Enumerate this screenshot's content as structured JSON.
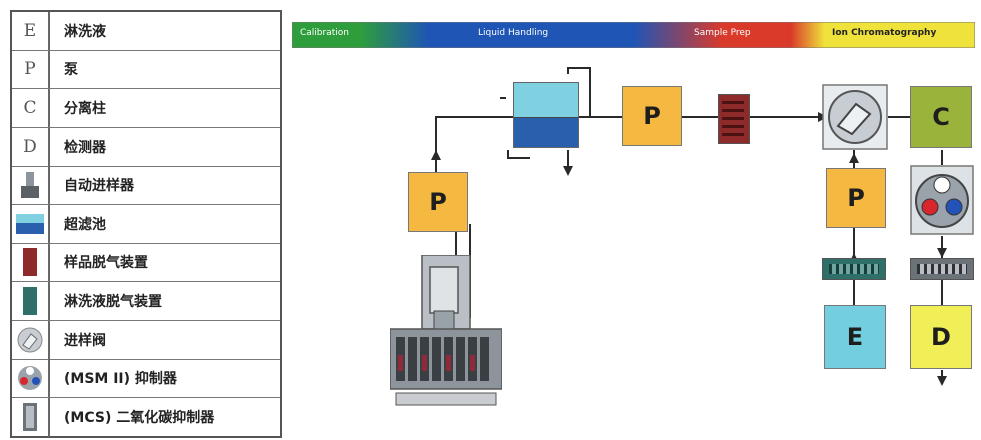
{
  "legend": [
    {
      "symbol": "E",
      "label": "淋洗液"
    },
    {
      "symbol": "P",
      "label": "泵"
    },
    {
      "symbol": "C",
      "label": "分离柱"
    },
    {
      "symbol": "D",
      "label": "检测器"
    },
    {
      "symbol": "",
      "label": "自动进样器"
    },
    {
      "symbol": "",
      "label": "超滤池"
    },
    {
      "symbol": "",
      "label": "样品脱气装置"
    },
    {
      "symbol": "",
      "label": "淋洗液脱气装置"
    },
    {
      "symbol": "",
      "label": "进样阀"
    },
    {
      "symbol": "",
      "label": "(MSM II) 抑制器"
    },
    {
      "symbol": "",
      "label": "(MCS) 二氧化碳抑制器"
    }
  ],
  "header": {
    "segments": [
      {
        "label": "Calibration",
        "color": "#2e9e3c"
      },
      {
        "label": "Liquid Handling",
        "color": "#1f55b5"
      },
      {
        "label": "Sample Prep",
        "color": "#d93a2a"
      },
      {
        "label": "Ion Chromatography",
        "color": "#efe23a"
      }
    ]
  },
  "diagram": {
    "pump_top_label": "P",
    "pump_left_label": "P",
    "pump_right_label": "P",
    "column_label": "C",
    "eluent_label": "E",
    "detector_label": "D",
    "colors": {
      "pump": "#f5b942",
      "column": "#9ab33b",
      "eluent": "#73cfe0",
      "detector": "#f0ef57",
      "ultrafilter": "#2a5fae",
      "ultrafilter_top": "#7fd0e0",
      "sample_degasser": "#8e2a2a",
      "eluent_degasser": "#2f6f6a",
      "line": "#2a2a2a"
    }
  }
}
